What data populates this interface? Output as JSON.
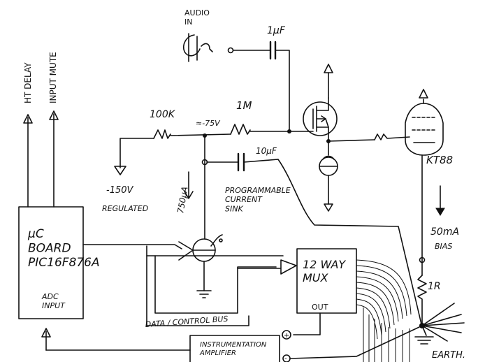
{
  "labels": {
    "ht_delay": "HT DELAY",
    "input_mute": "INPUT MUTE",
    "audio_in": "AUDIO\nIN",
    "cap_1uF": "1µF",
    "r_100k": "100K",
    "r_1M": "1M",
    "v_neg75": "≈-75V",
    "cap_10uF": "10µF",
    "tube": "KT88",
    "supply_neg150": "-150V",
    "regulated": "REGULATED",
    "current_750uA": "750µA",
    "prog_current_sink": "PROGRAMMABLE\nCURRENT\nSINK",
    "bias_50mA": "50mA",
    "bias": "BIAS",
    "r_1R": "1R",
    "uc_board": "µC\nBOARD\nPIC16F876A",
    "adc_input": "ADC\nINPUT",
    "mux": "12 WAY\nMUX",
    "mux_out": "OUT",
    "data_bus": "DATA / CONTROL BUS",
    "inst_amp": "INSTRUMENTATION\nAMPLIFIER",
    "plus": "+",
    "minus": "-",
    "earth": "EARTH."
  },
  "colors": {
    "ink": "#111111",
    "paper": "#ffffff"
  }
}
